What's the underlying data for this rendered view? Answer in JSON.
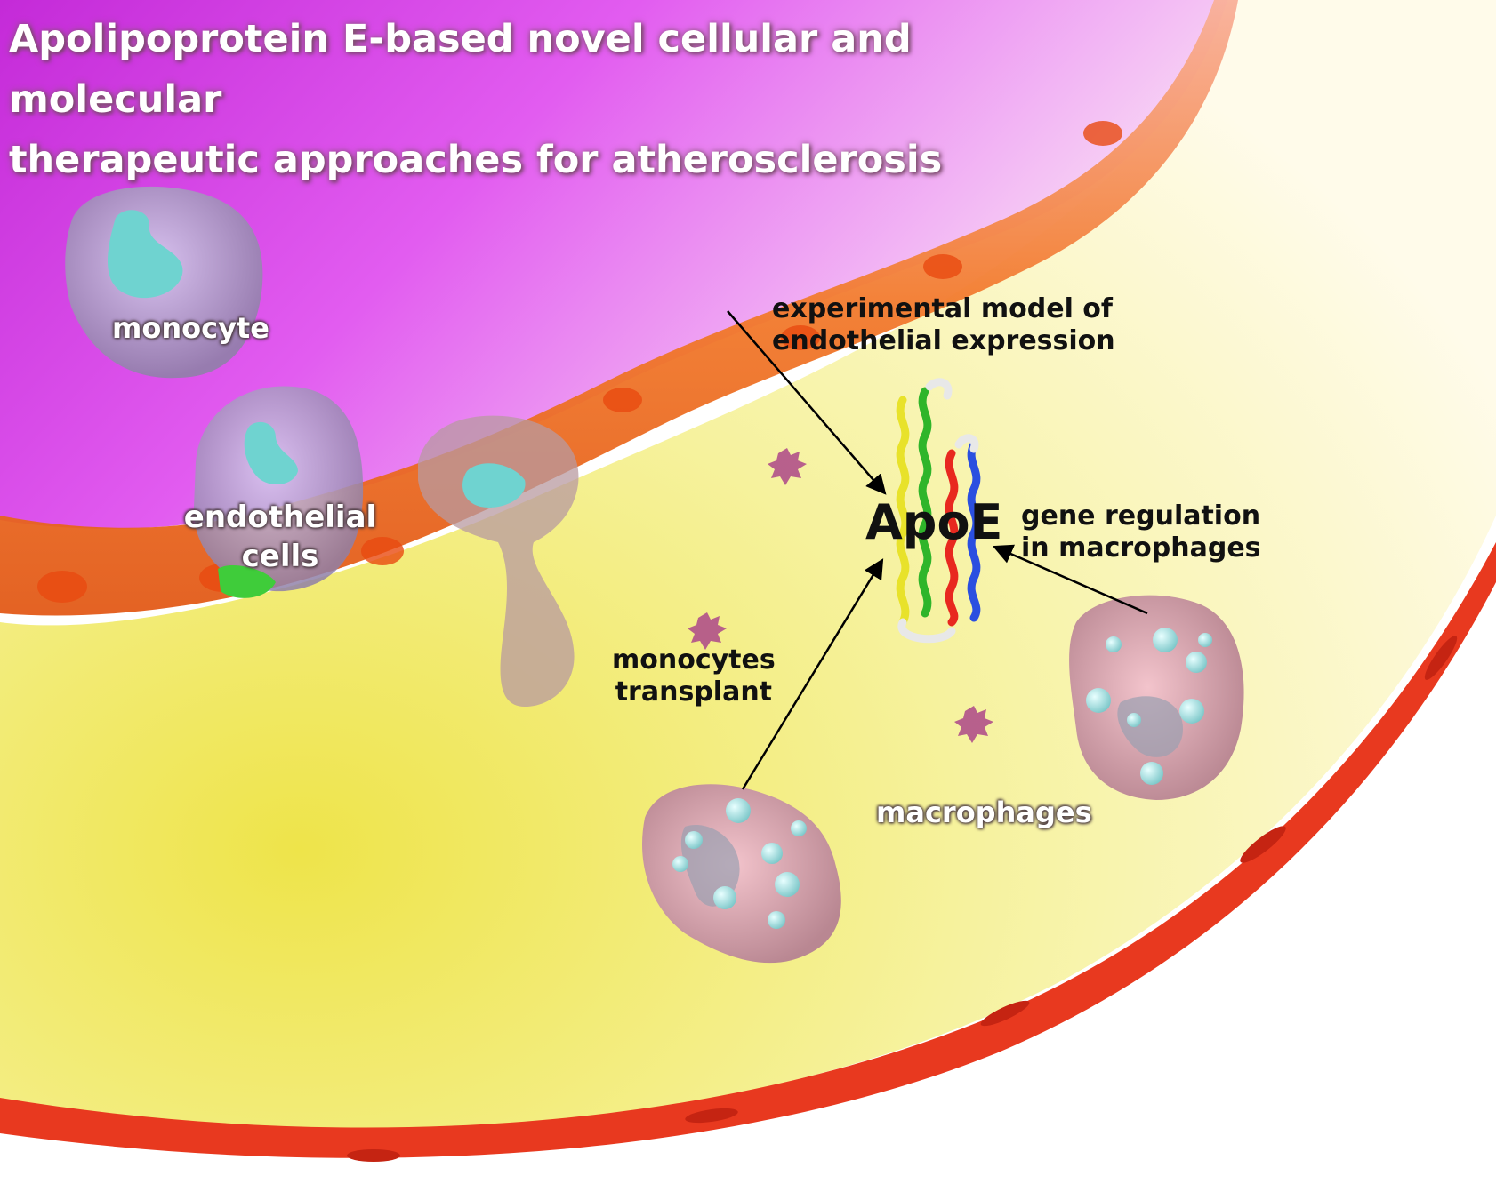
{
  "title": {
    "line1": "Apolipoprotein E-based novel cellular and molecular",
    "line2": "therapeutic approaches for atherosclerosis"
  },
  "labels": {
    "monocyte": "monocyte",
    "endothelial_line1": "endothelial",
    "endothelial_line2": "cells",
    "experimental_line1": "experimental model  of",
    "experimental_line2": "endothelial expression",
    "apoe": "ApoE",
    "gene_line1": "gene regulation",
    "gene_line2": "in macrophages",
    "monocytes_line1": "monocytes",
    "monocytes_line2": "transplant",
    "macrophages": "macrophages"
  },
  "colors": {
    "lumen_magenta": "#d93be8",
    "wall_yellow": "#f3ef7a",
    "endothelium_orange": "#f07a2a",
    "adventitia_red": "#e8391f",
    "monocyte": "#b8a8d8",
    "nucleus": "#6fd3d0",
    "macrophage": "#e5a8b5",
    "lipid_droplet": "#a8e0e0"
  },
  "icons": [
    "monocyte-cell",
    "endothelial-cell",
    "macrophage-cell",
    "apoe-protein-ribbon",
    "cytokine-particle",
    "arrow"
  ]
}
